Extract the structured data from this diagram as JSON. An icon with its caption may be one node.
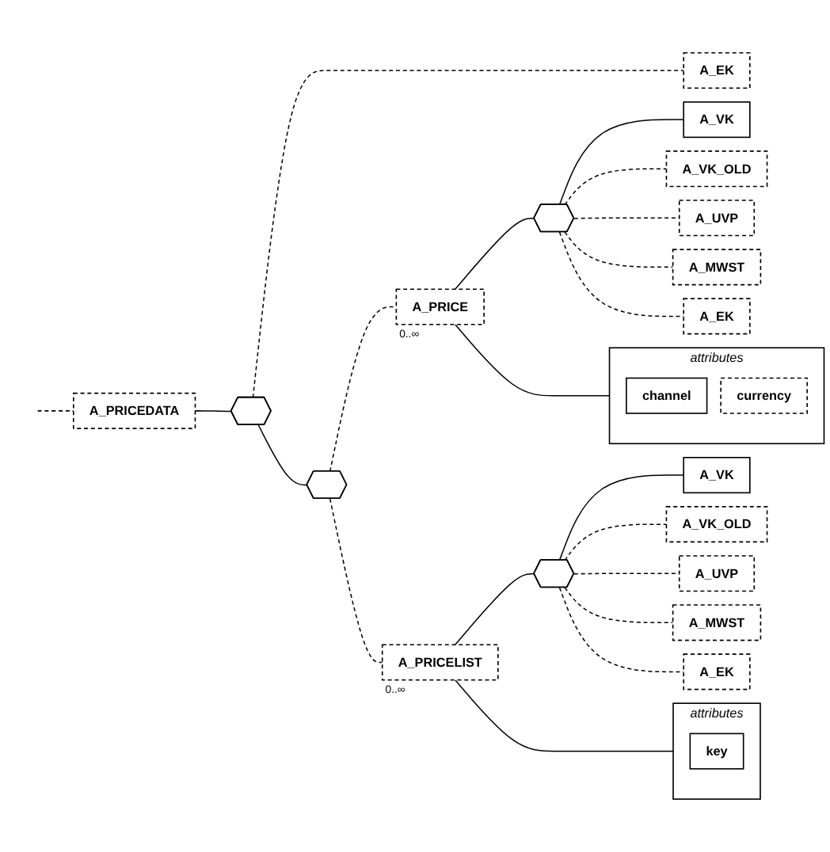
{
  "diagram": {
    "nodes": [
      {
        "text": [
          "A_PRICEDATA"
        ]
      },
      {
        "text": [],
        "shape": "octagon"
      },
      {
        "text": [
          "A_EK"
        ]
      },
      {
        "text": [],
        "shape": "octagon"
      },
      {
        "text": [
          "A_PRICE"
        ],
        "beside": [
          "0..∞"
        ]
      },
      {
        "text": [
          "attributes"
        ]
      },
      {
        "text": [
          "channel"
        ],
        "in": 5
      },
      {
        "text": [
          "currency"
        ],
        "in": 5
      },
      {
        "text": [],
        "shape": "octagon"
      },
      {
        "text": [
          "A_VK"
        ]
      },
      {
        "text": [
          "A_VK_OLD"
        ]
      },
      {
        "text": [
          "A_UVP"
        ]
      },
      {
        "text": [
          "A_MWST"
        ]
      },
      {
        "text": [
          "A_EK"
        ]
      },
      {
        "text": [
          "A_PRICELIST"
        ],
        "beside": [
          "0..∞"
        ]
      },
      {
        "text": [
          "attributes"
        ]
      },
      {
        "text": [
          "key"
        ],
        "in": 15
      },
      {
        "text": [],
        "shape": "octagon"
      },
      {
        "text": [
          "A_VK"
        ]
      },
      {
        "text": [
          "A_VK_OLD"
        ]
      },
      {
        "text": [
          "A_UVP"
        ]
      },
      {
        "text": [
          "A_MWST"
        ]
      },
      {
        "text": [
          "A_EK"
        ]
      }
    ],
    "edges": [
      {
        "from": null,
        "to": 0,
        "arrow": "none",
        "style": "dashed"
      },
      {
        "from": 0,
        "to": 1,
        "arrow": "none"
      },
      {
        "from": 1,
        "to": 2,
        "arrow": "none",
        "style": "dashed"
      },
      {
        "from": 1,
        "to": 3,
        "arrow": "none"
      },
      {
        "from": 3,
        "to": 4,
        "arrow": "none",
        "style": "dashed"
      },
      {
        "from": 3,
        "to": 14,
        "arrow": "none",
        "style": "dashed"
      },
      {
        "from": 4,
        "to": 5,
        "arrow": "none"
      },
      {
        "from": 4,
        "to": 8,
        "arrow": "none"
      },
      {
        "from": 8,
        "to": 9,
        "arrow": "none"
      },
      {
        "from": 8,
        "to": 10,
        "arrow": "none",
        "style": "dashed"
      },
      {
        "from": 8,
        "to": 11,
        "arrow": "none",
        "style": "dashed"
      },
      {
        "from": 8,
        "to": 12,
        "arrow": "none",
        "style": "dashed"
      },
      {
        "from": 8,
        "to": 13,
        "arrow": "none",
        "style": "dashed"
      },
      {
        "from": 14,
        "to": 15,
        "arrow": "none"
      },
      {
        "from": 14,
        "to": 17,
        "arrow": "none"
      },
      {
        "from": 17,
        "to": 18,
        "arrow": "none"
      },
      {
        "from": 17,
        "to": 19,
        "arrow": "none",
        "style": "dashed"
      },
      {
        "from": 17,
        "to": 20,
        "arrow": "none",
        "style": "dashed"
      },
      {
        "from": 17,
        "to": 21,
        "arrow": "none",
        "style": "dashed"
      },
      {
        "from": 17,
        "to": 22,
        "arrow": "none",
        "style": "dashed"
      }
    ]
  }
}
